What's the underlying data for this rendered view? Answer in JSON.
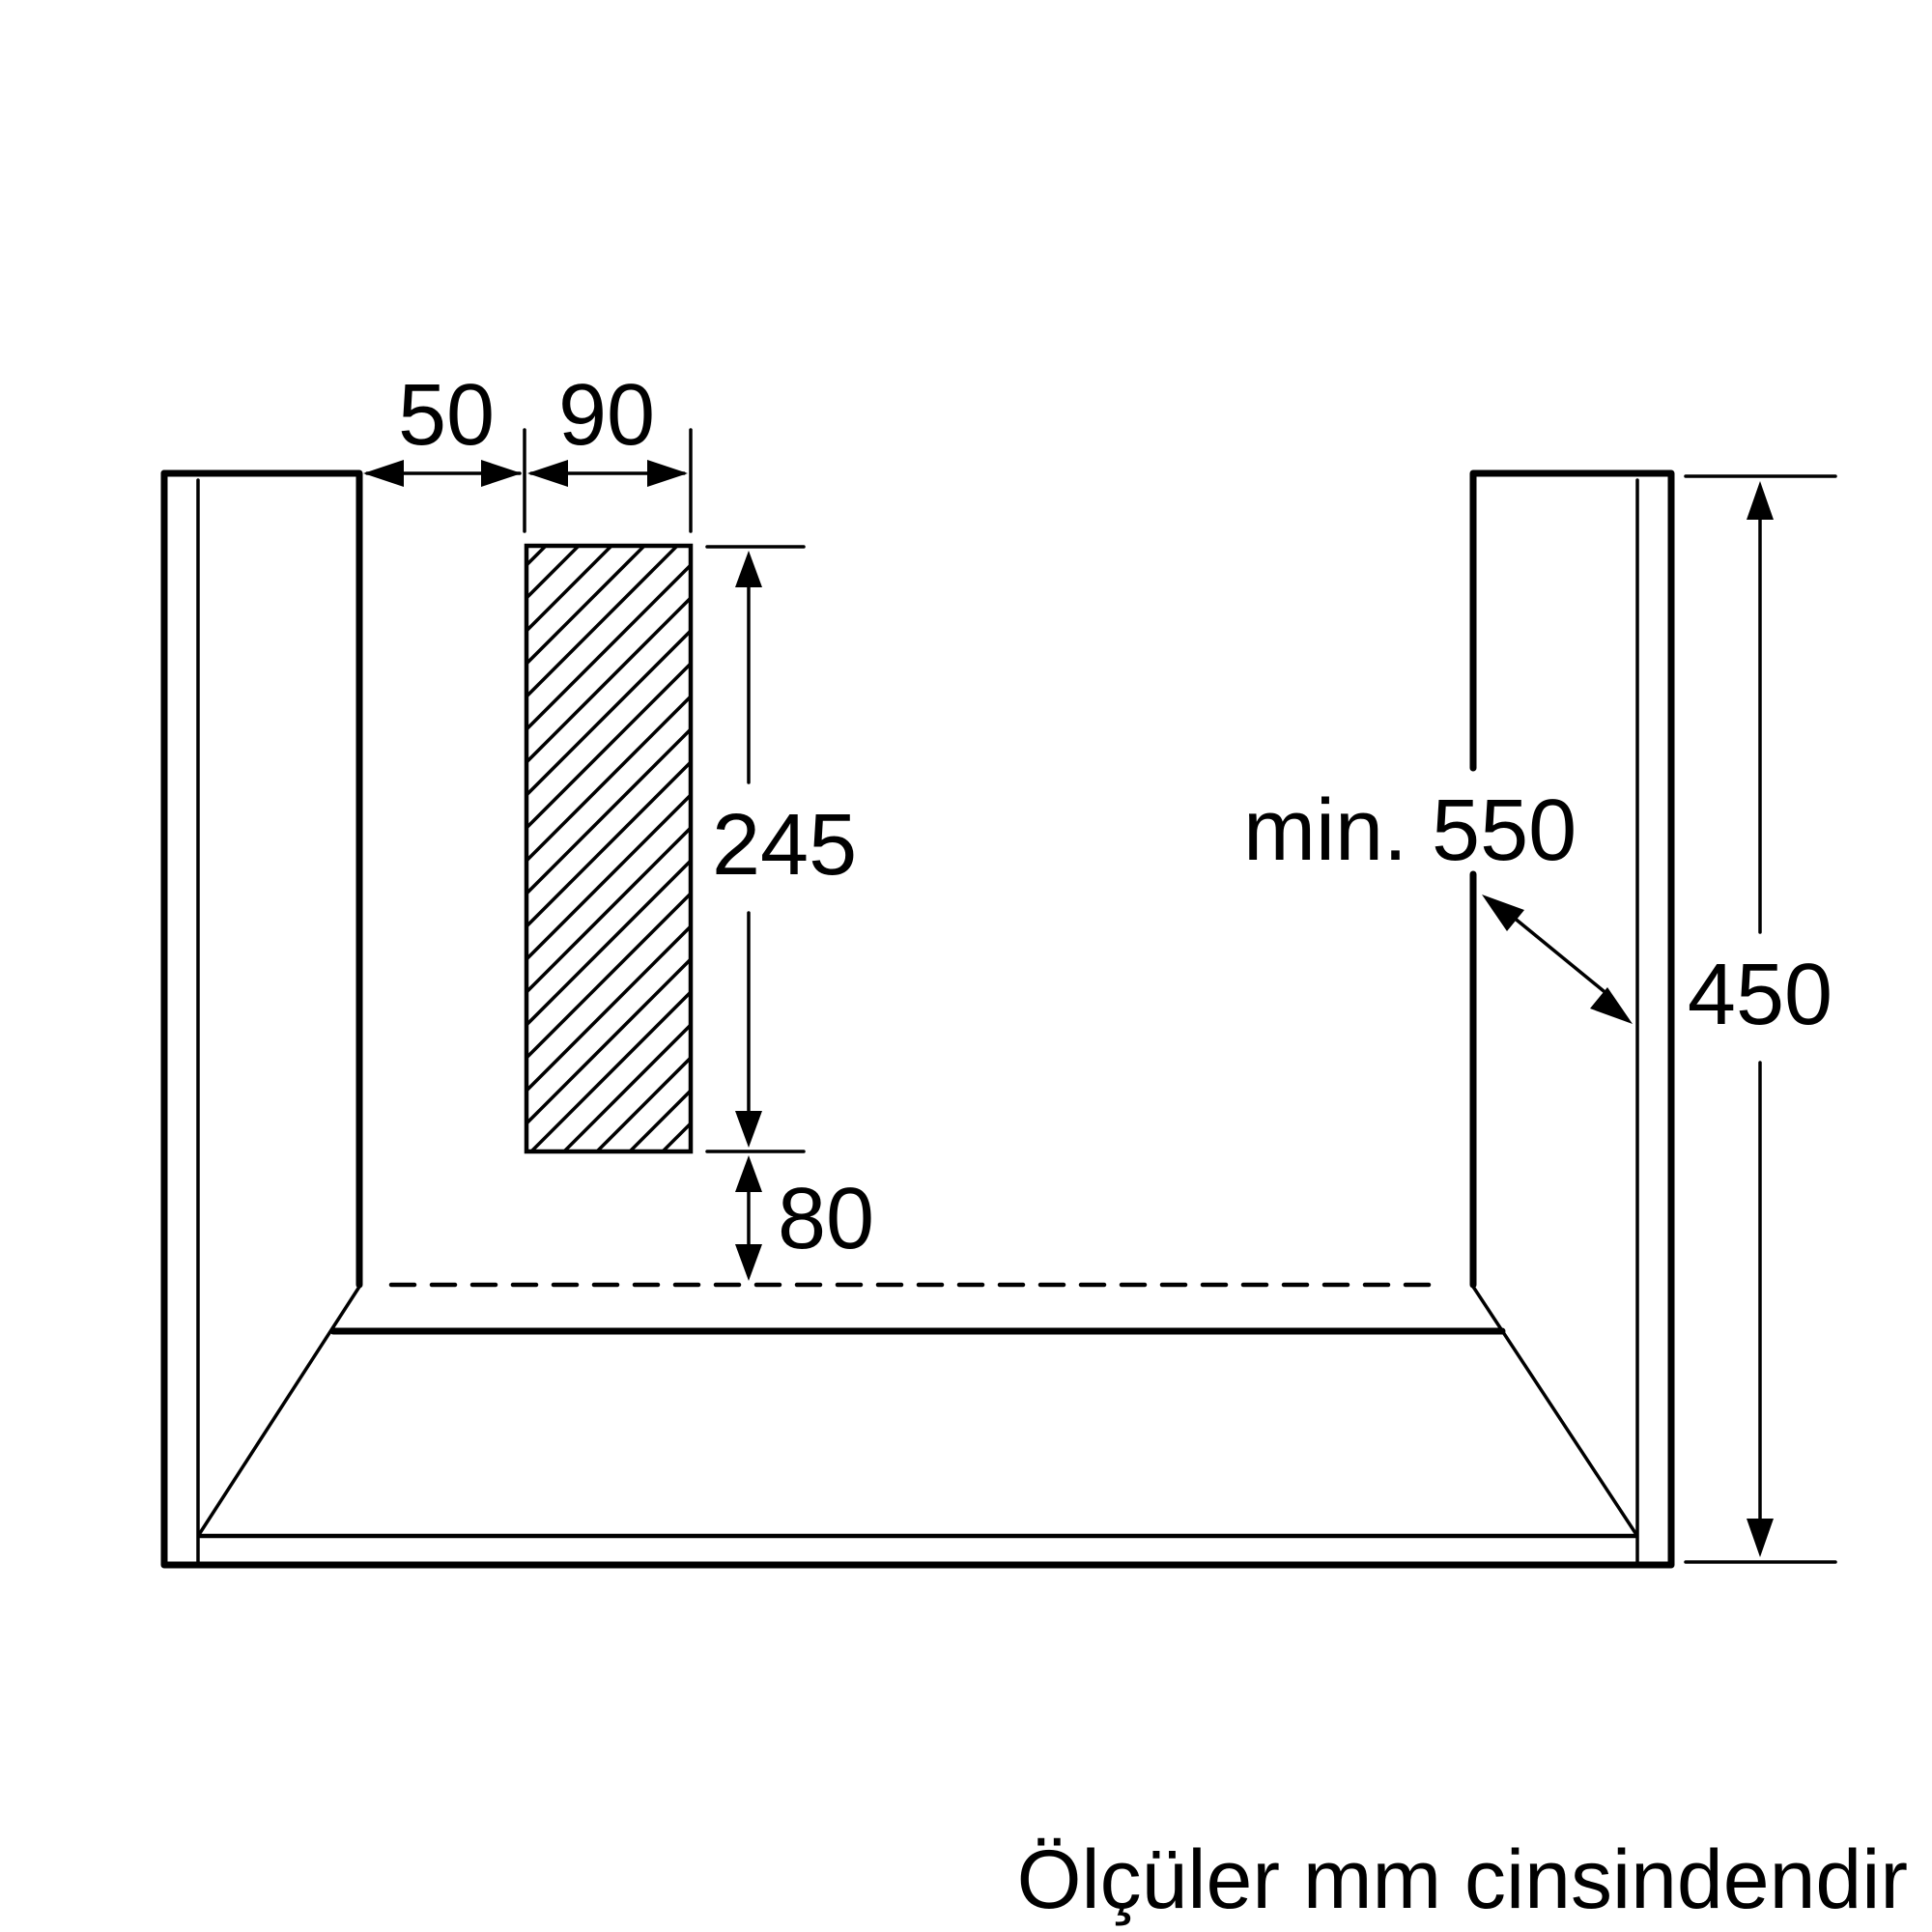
{
  "dimensions": {
    "gap_left": "50",
    "vent_width": "90",
    "vent_height": "245",
    "vent_offset": "80",
    "depth": "min. 550",
    "height": "450"
  },
  "footer": {
    "unit_note": "Ölçüler mm cinsindendir"
  }
}
